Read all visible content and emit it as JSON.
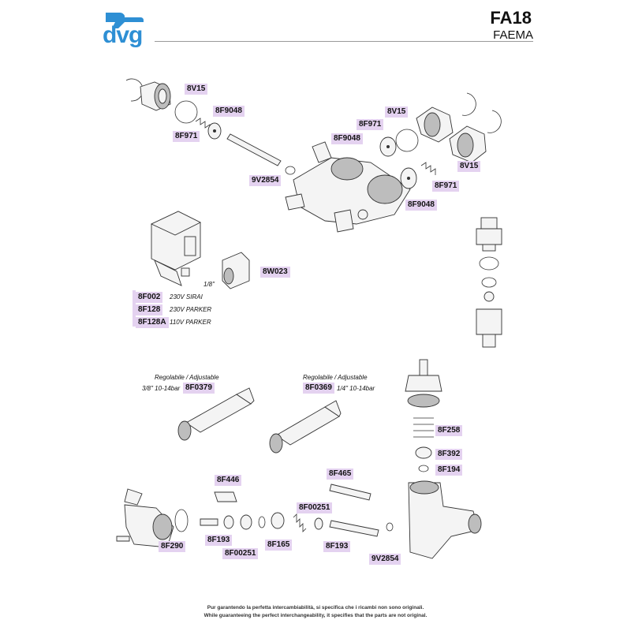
{
  "brand": {
    "logo_text": "dvg",
    "accent": "#2e8fd4"
  },
  "header": {
    "title": "FA18",
    "subtitle": "FAEMA"
  },
  "labels": {
    "l1": "8V15",
    "l2": "8F9048",
    "l3": "8F971",
    "l4": "9V2854",
    "l5": "8V15",
    "l6": "8F971",
    "l7": "8F9048",
    "l8": "8V15",
    "l9": "8F971",
    "l10": "8F9048",
    "l11": "8W023",
    "l12": "8F002",
    "l13": "8F128",
    "l14": "8F128A",
    "l15": "8F0379",
    "l16": "8F0369",
    "l17": "8F258",
    "l18": "8F392",
    "l19": "8F194",
    "l20": "8F446",
    "l21": "8F465",
    "l22": "8F00251",
    "l23": "8F290",
    "l24": "8F193",
    "l25": "8F00251",
    "l26": "8F165",
    "l27": "8F193",
    "l28": "9V2854"
  },
  "notes": {
    "fitting_size": "1/8\"",
    "v_8F002": "230V SIRAI",
    "v_8F128": "230V PARKER",
    "v_8F128A": "110V PARKER",
    "adj_left": "Regolabile / Adjustable",
    "size_left": "3/8\" 10-14bar",
    "adj_right": "Regolabile / Adjustable",
    "size_right": "1/4\" 10-14bar"
  },
  "footer": {
    "line1": "Pur garantendo la perfetta intercambiabilità, si specifica che i ricambi non sono originali.",
    "line2": "While guaranteeing the perfect interchangeability, it specifies that the parts are not original."
  }
}
